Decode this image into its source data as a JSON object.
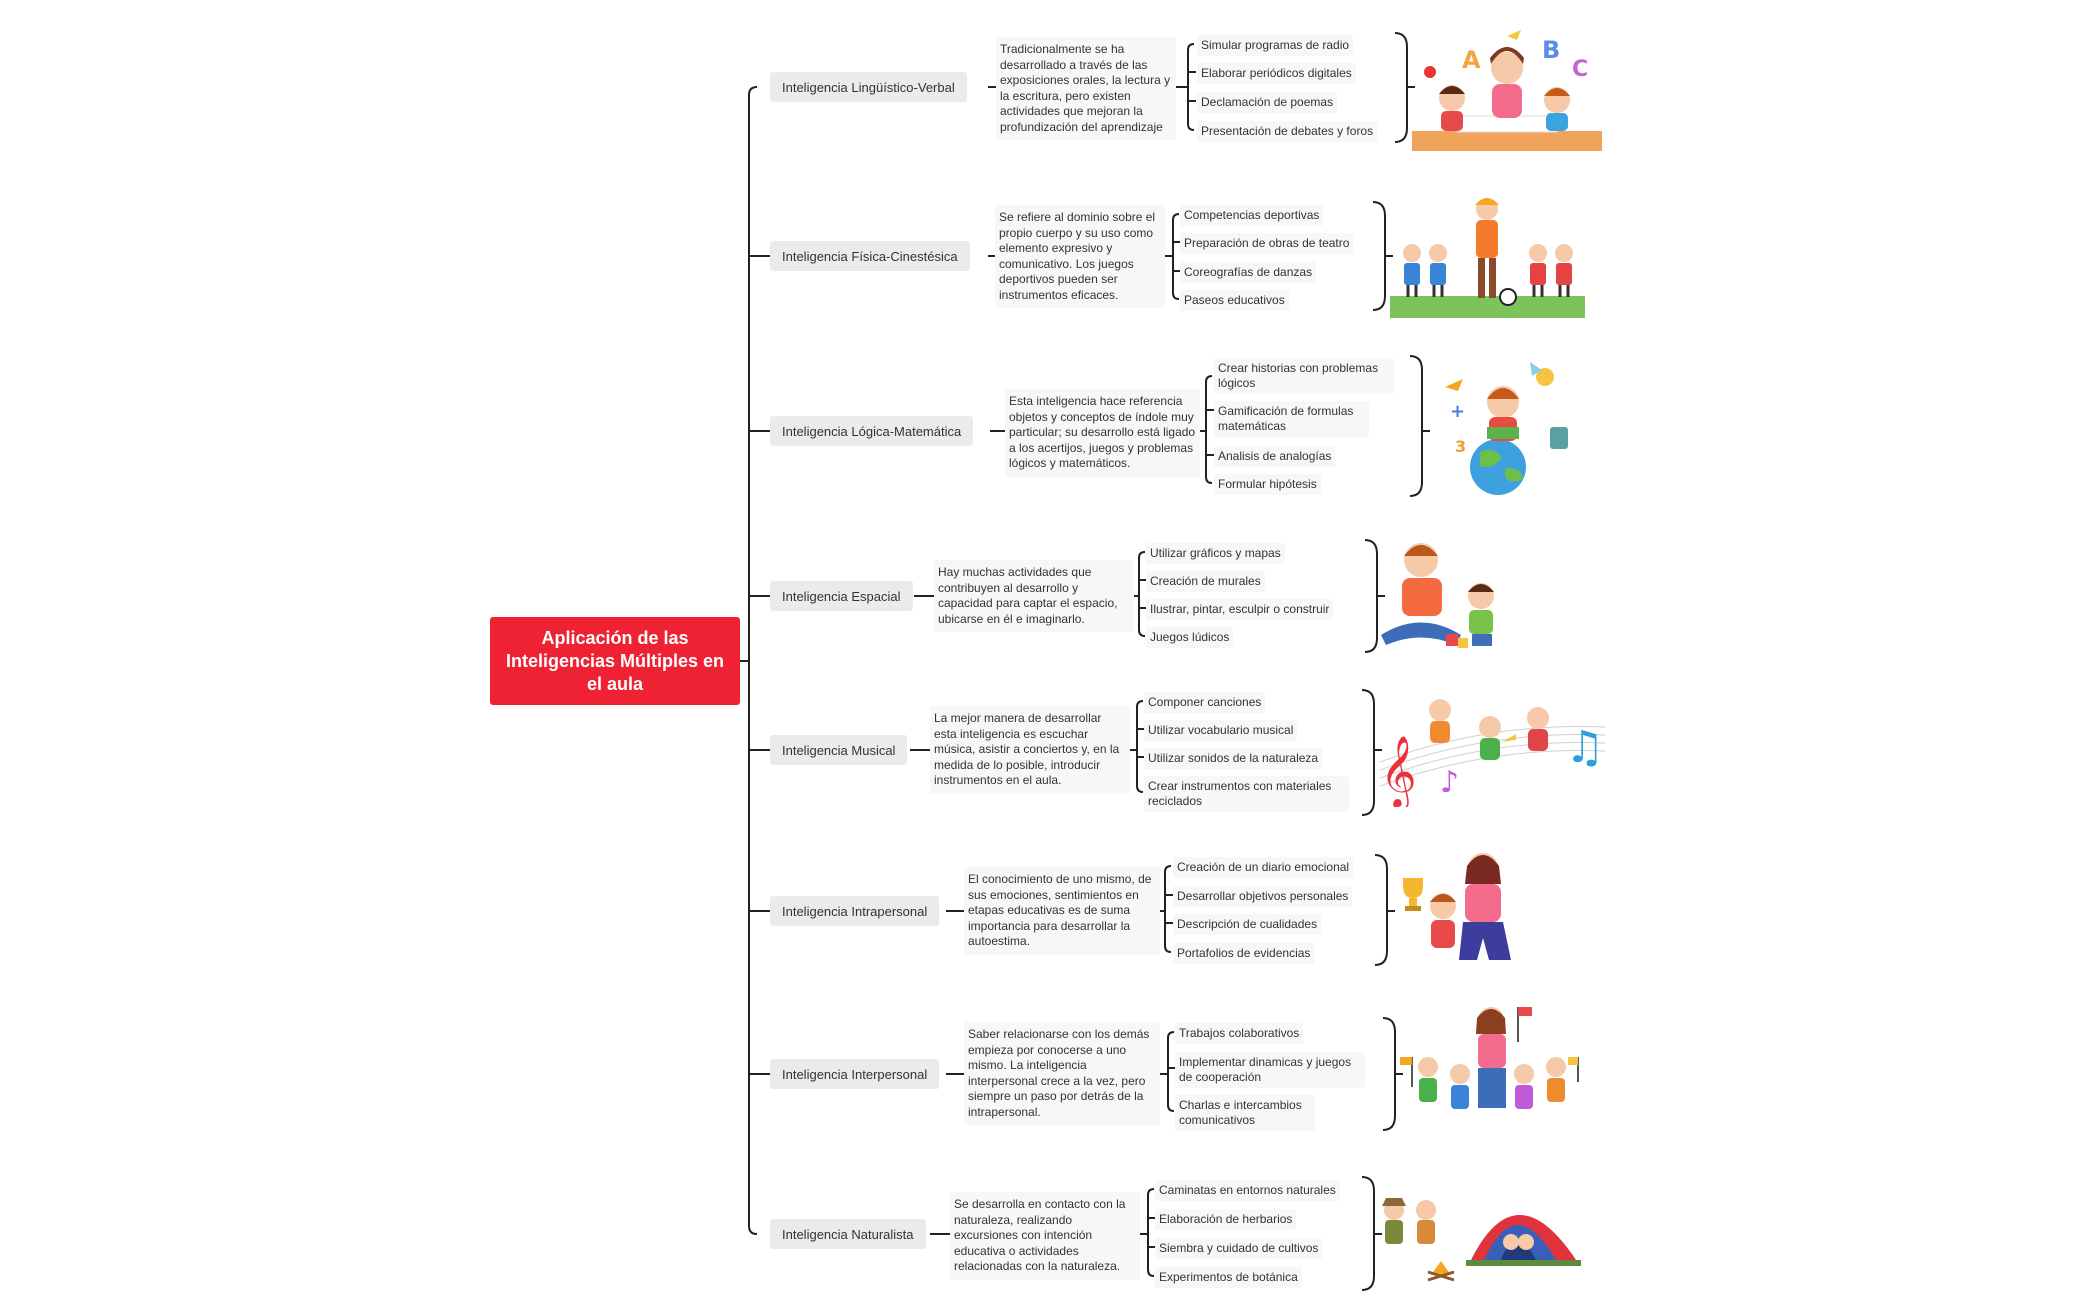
{
  "central": {
    "title": "Aplicación de las Inteligencias Múltiples en el aula"
  },
  "branches": [
    {
      "label": "Inteligencia Lingüístico-Verbal",
      "description": "Tradicionalmente se ha desarrollado a través de las exposiciones orales, la lectura y la escritura, pero existen actividades que mejoran la profundización del aprendizaje",
      "activities": [
        "Simular programas de radio",
        "Elaborar periódicos digitales",
        "Declamación de poemas",
        "Presentación de debates y foros"
      ],
      "illustration": "teacher-with-children-alphabet-illustration"
    },
    {
      "label": "Inteligencia Física-Cinestésica",
      "description": "Se refiere al dominio sobre el propio cuerpo y su uso como elemento expresivo y comunicativo. Los juegos deportivos pueden ser instrumentos eficaces.",
      "activities": [
        "Competencias deportivas",
        "Preparación de obras de teatro",
        "Coreografías de danzas",
        "Paseos educativos"
      ],
      "illustration": "coach-with-children-sports-illustration"
    },
    {
      "label": "Inteligencia Lógica-Matemática",
      "description": "Esta inteligencia hace referencia objetos y conceptos de índole muy particular; su desarrollo está ligado a los acertijos, juegos y problemas lógicos y matemáticos.",
      "activities": [
        "Crear historias con problemas lógicos",
        "Gamificación de formulas matemáticas",
        "Analisis de analogías",
        "Formular hipótesis"
      ],
      "illustration": "child-reading-on-globe-illustration"
    },
    {
      "label": "Inteligencia Espacial",
      "description": "Hay muchas actividades que contribuyen al desarrollo y capacidad para captar el espacio, ubicarse en él e imaginarlo.",
      "activities": [
        "Utilizar gráficos y mapas",
        "Creación de murales",
        "Ilustrar, pintar, esculpir o construir",
        "Juegos lúdicos"
      ],
      "illustration": "father-and-son-playing-blocks-illustration"
    },
    {
      "label": "Inteligencia Musical",
      "description": "La mejor manera de desarrollar esta inteligencia es escuchar música, asistir a conciertos y, en la medida de lo posible, introducir instrumentos en el aula.",
      "activities": [
        "Componer canciones",
        "Utilizar vocabulario musical",
        "Utilizar sonidos de la naturaleza",
        "Crear instrumentos con materiales reciclados"
      ],
      "illustration": "children-music-notes-illustration"
    },
    {
      "label": "Inteligencia Intrapersonal",
      "description": "El conocimiento de uno mismo, de sus emociones, sentimientos en etapas educativas es de suma importancia para desarrollar la autoestima.",
      "activities": [
        "Creación de un diario emocional",
        "Desarrollar objetivos personales",
        "Descripción de cualidades",
        "Portafolios de evidencias"
      ],
      "illustration": "mother-and-daughter-trophy-illustration"
    },
    {
      "label": "Inteligencia Interpersonal",
      "description": "Saber relacionarse con los demás empieza por conocerse a uno mismo. La inteligencia interpersonal crece a la vez, pero siempre un paso por detrás de la intrapersonal.",
      "activities": [
        "Trabajos colaborativos",
        "Implementar dinamicas y juegos de cooperación",
        "Charlas e intercambios comunicativos"
      ],
      "illustration": "teacher-with-group-flags-illustration"
    },
    {
      "label": "Inteligencia Naturalista",
      "description": "Se desarrolla en contacto con la naturaleza, realizando excursiones con intención educativa o actividades relacionadas con la naturaleza.",
      "activities": [
        "Caminatas en entornos naturales",
        "Elaboración de herbarios",
        "Siembra y cuidado de cultivos",
        "Experimentos de botánica"
      ],
      "illustration": "children-camping-tent-illustration"
    }
  ],
  "colors": {
    "central_fill": "#ee2233",
    "branch_fill": "#ebebeb",
    "node_fill": "#f7f7f7",
    "line": "#222222"
  }
}
